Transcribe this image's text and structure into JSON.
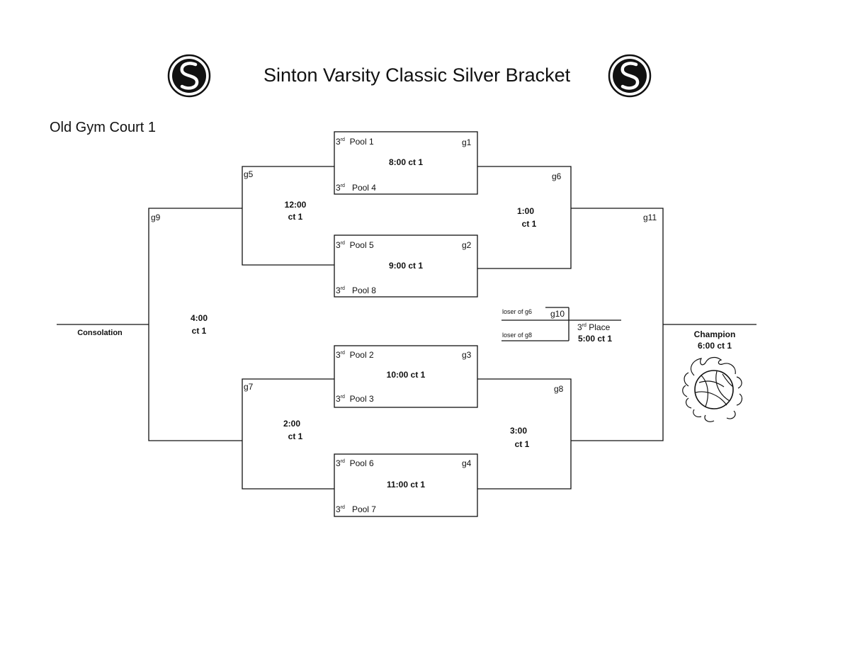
{
  "title": "Sinton Varsity Classic Silver Bracket",
  "subtitle": "Old Gym Court 1",
  "superscript": "rd",
  "games": {
    "g1": {
      "label": "g1",
      "top_seed": "3",
      "top_pool": "Pool 1",
      "bottom_seed": "3",
      "bottom_pool": "Pool 4",
      "time": "8:00 ct 1"
    },
    "g2": {
      "label": "g2",
      "top_seed": "3",
      "top_pool": "Pool 5",
      "bottom_seed": "3",
      "bottom_pool": "Pool 8",
      "time": "9:00 ct 1"
    },
    "g3": {
      "label": "g3",
      "top_seed": "3",
      "top_pool": "Pool 2",
      "bottom_seed": "3",
      "bottom_pool": "Pool 3",
      "time": "10:00 ct 1"
    },
    "g4": {
      "label": "g4",
      "top_seed": "3",
      "top_pool": "Pool 6",
      "bottom_seed": "3",
      "bottom_pool": "Pool 7",
      "time": "11:00 ct 1"
    },
    "g5": {
      "label": "g5",
      "time_line1": "12:00",
      "time_line2": "ct 1"
    },
    "g6": {
      "label": "g6",
      "time_line1": "1:00",
      "time_line2": "ct 1"
    },
    "g7": {
      "label": "g7",
      "time_line1": "2:00",
      "time_line2": "ct 1"
    },
    "g8": {
      "label": "g8",
      "time_line1": "3:00",
      "time_line2": "ct 1"
    },
    "g9": {
      "label": "g9",
      "time_line1": "4:00",
      "time_line2": "ct 1"
    },
    "g10": {
      "label": "g10",
      "top": "loser of g6",
      "bottom": "loser of g8",
      "result_seed": "3",
      "result_sup": "rd",
      "result_label": "Place",
      "time": "5:00 ct 1"
    },
    "g11": {
      "label": "g11"
    }
  },
  "consolation": "Consolation",
  "champion": {
    "label": "Champion",
    "time": "6:00 ct 1"
  },
  "icons": {
    "logo": "sinton-s-logo-icon",
    "ball": "flaming-volleyball-icon"
  },
  "colors": {
    "ink": "#111111",
    "background": "#ffffff"
  }
}
